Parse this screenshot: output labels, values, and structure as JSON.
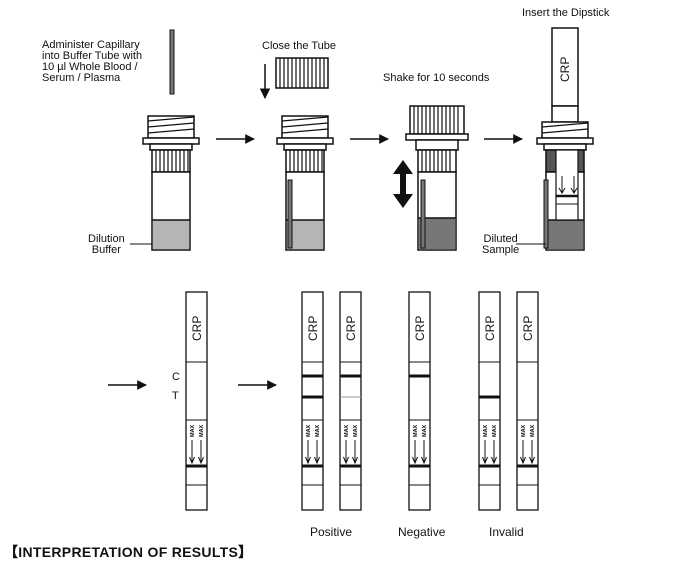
{
  "steps": {
    "administer": "Administer  Capillary\ninto Buffer Tube with\n10  µl Whole Blood /\nSerum / Plasma",
    "close_tube": "Close the Tube",
    "shake": "Shake for 10 seconds",
    "insert_dipstick": "Insert the Dipstick"
  },
  "labels": {
    "dilution_buffer": "Dilution\nBuffer",
    "diluted_sample": "Diluted\nSample",
    "strip_name": "CRP",
    "max_mark": "MAX",
    "control_line": "C",
    "test_line": "T"
  },
  "results": {
    "positive": "Positive",
    "negative": "Negative",
    "invalid": "Invalid"
  },
  "section_heading": "【INTERPRETATION OF RESULTS】"
}
